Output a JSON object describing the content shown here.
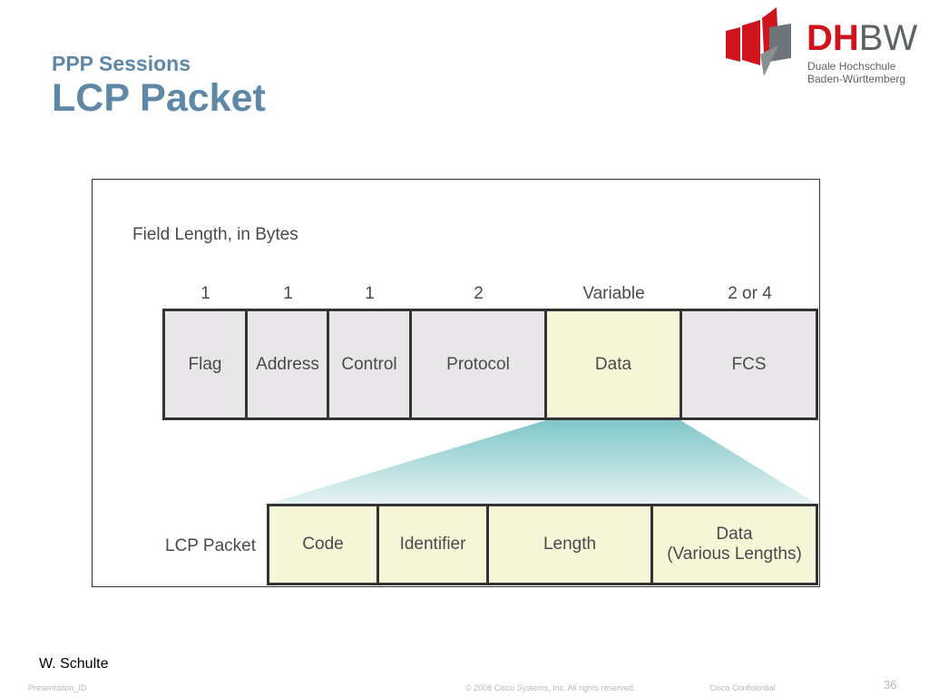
{
  "header": {
    "subtitle": "PPP Sessions",
    "title": "LCP Packet"
  },
  "logo": {
    "word_a": "DH",
    "word_b": "BW",
    "line1": "Duale Hochschule",
    "line2": "Baden-Württemberg",
    "colors": {
      "red": "#d0141e",
      "grey": "#5e6366"
    }
  },
  "diagram": {
    "caption": "Field Length, in Bytes",
    "frame_fields": [
      {
        "label": "Flag",
        "length": "1"
      },
      {
        "label": "Address",
        "length": "1"
      },
      {
        "label": "Control",
        "length": "1"
      },
      {
        "label": "Protocol",
        "length": "2"
      },
      {
        "label": "Data",
        "length": "Variable"
      },
      {
        "label": "FCS",
        "length": "2 or 4"
      }
    ],
    "lcp_label": "LCP Packet",
    "lcp_fields": [
      {
        "label": "Code"
      },
      {
        "label": "Identifier"
      },
      {
        "label": "Length"
      },
      {
        "line1": "Data",
        "line2": "(Various Lengths)"
      }
    ],
    "colors": {
      "field": "#e8e6e9",
      "highlight": "#f6f6d9",
      "expand": "#7fc6c8"
    }
  },
  "footer": {
    "author": "W. Schulte",
    "presentation_id": "Presentation_ID",
    "copyright": "© 2008 Cisco Systems, Inc. All rights reserved.",
    "confidential": "Cisco Confidential",
    "page": "36"
  }
}
